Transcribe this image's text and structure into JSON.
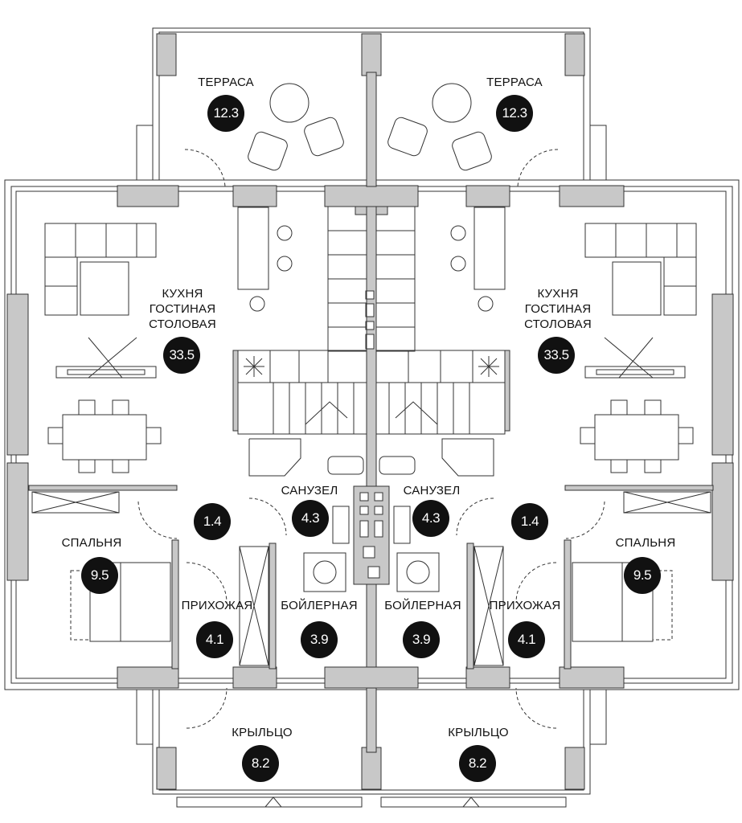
{
  "rooms": [
    {
      "name": "ТЕРРАСА",
      "area": "12.3"
    },
    {
      "name": "ТЕРРАСА",
      "area": "12.3"
    },
    {
      "name": "КУХНЯ\nГОСТИНАЯ\nСТОЛОВАЯ",
      "area": "33.5"
    },
    {
      "name": "КУХНЯ\nГОСТИНАЯ\nСТОЛОВАЯ",
      "area": "33.5"
    },
    {
      "name": "САНУЗЕЛ",
      "area": "4.3"
    },
    {
      "name": "САНУЗЕЛ",
      "area": "4.3"
    },
    {
      "name": "",
      "area": "1.4"
    },
    {
      "name": "",
      "area": "1.4"
    },
    {
      "name": "СПАЛЬНЯ",
      "area": "9.5"
    },
    {
      "name": "СПАЛЬНЯ",
      "area": "9.5"
    },
    {
      "name": "ПРИХОЖАЯ",
      "area": "4.1"
    },
    {
      "name": "ПРИХОЖАЯ",
      "area": "4.1"
    },
    {
      "name": "БОЙЛЕРНАЯ",
      "area": "3.9"
    },
    {
      "name": "БОЙЛЕРНАЯ",
      "area": "3.9"
    },
    {
      "name": "КРЫЛЬЦО",
      "area": "8.2"
    },
    {
      "name": "КРЫЛЬЦО",
      "area": "8.2"
    }
  ],
  "colors": {
    "wall": "#c8c8c8",
    "line": "#333333",
    "badge": "#111111"
  }
}
